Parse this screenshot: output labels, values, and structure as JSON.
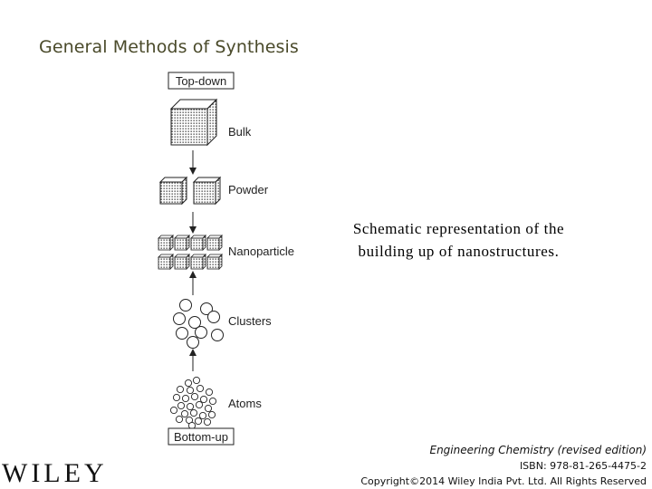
{
  "title": "General Methods of Synthesis",
  "diagram": {
    "top_box": "Top-down",
    "bottom_box": "Bottom-up",
    "stages": [
      "Bulk",
      "Powder",
      "Nanoparticle",
      "Clusters",
      "Atoms"
    ]
  },
  "caption": {
    "line1": "Schematic representation of the",
    "line2": "building up of nanostructures."
  },
  "logo": "WILEY",
  "footer": {
    "book": "Engineering Chemistry (revised edition)",
    "isbn": "ISBN: 978-81-265-4475-2",
    "copyright": "Copyright©2014 Wiley India Pvt. Ltd. All Rights Reserved"
  }
}
